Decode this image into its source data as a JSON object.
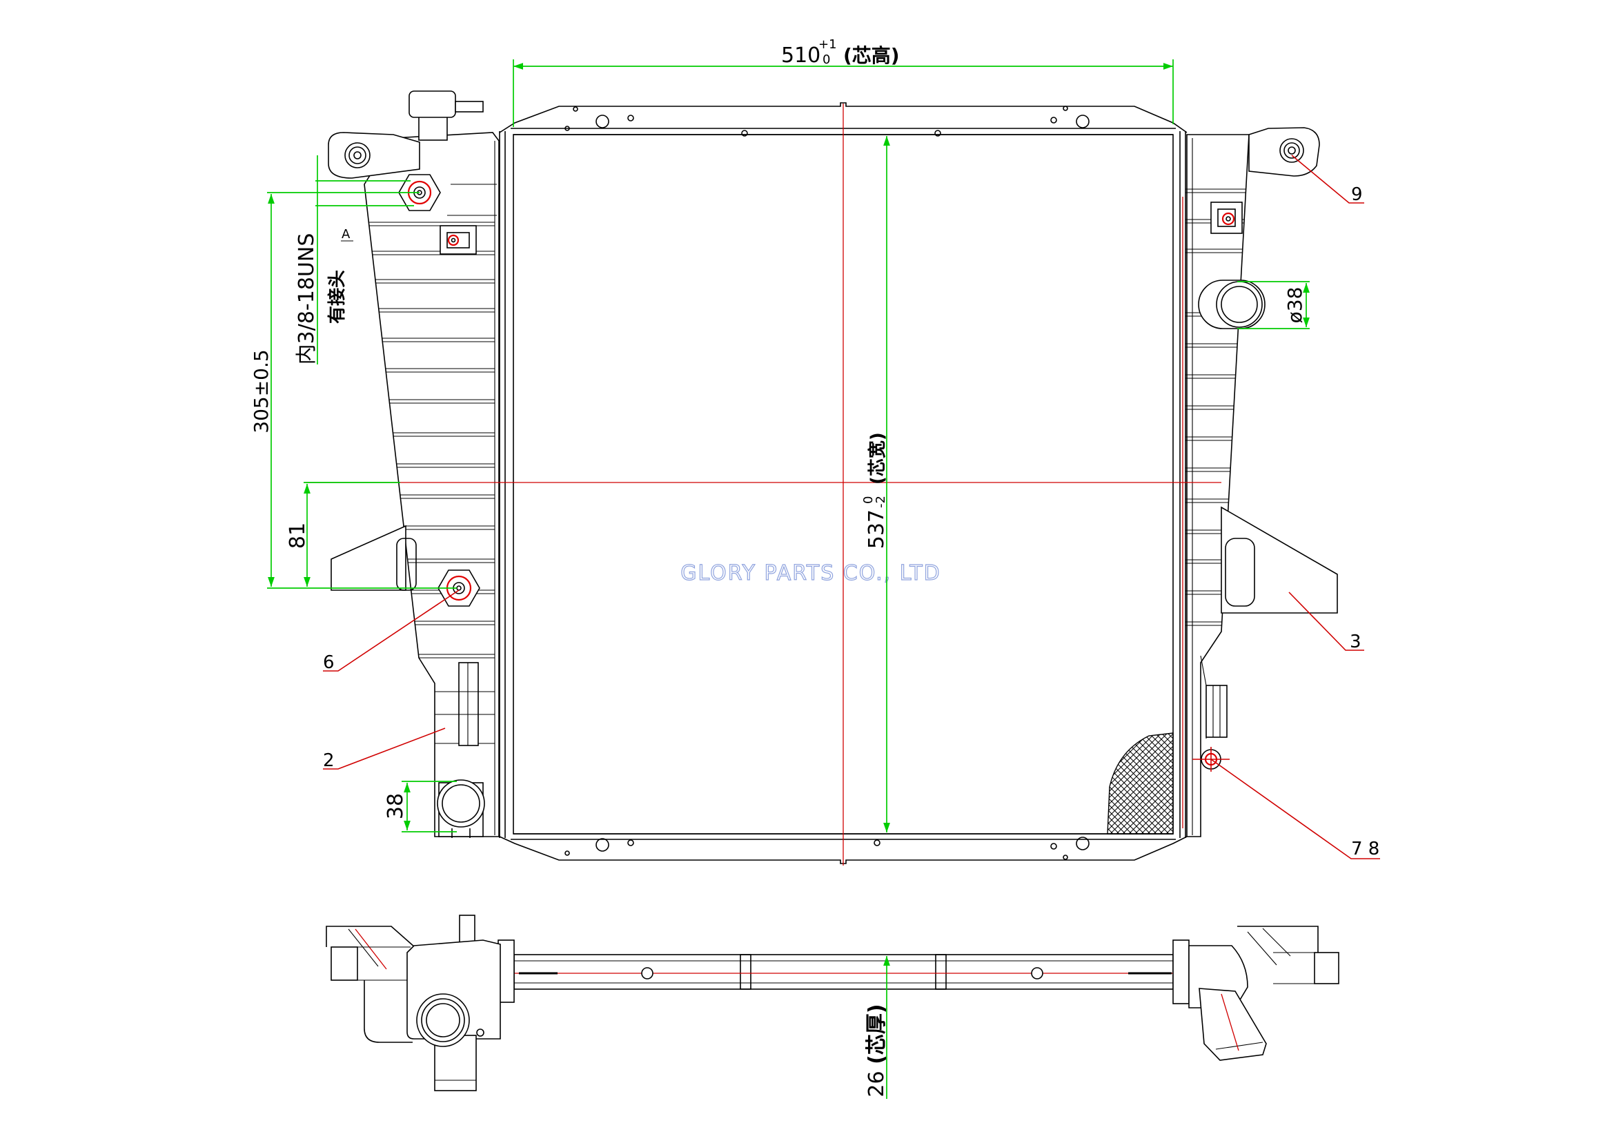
{
  "dimensions": {
    "core_height": {
      "value": "510",
      "upper_tol": "+1",
      "lower_tol": "0",
      "label": "(芯高)"
    },
    "core_width": {
      "value": "537",
      "upper_tol": "0",
      "lower_tol": "-2",
      "label": "(芯宽)"
    },
    "core_thickness": {
      "value": "26",
      "label": "(芯厚)"
    },
    "inlet_spacing": "305±0.5",
    "lower_offset": "81",
    "outlet_diameter": "38",
    "inlet_diameter": "ø38"
  },
  "thread_note": {
    "spec": "内3/8-18UNS",
    "note": "有接头"
  },
  "view_marker": "A",
  "callouts": [
    "9",
    "3",
    "6",
    "2",
    "7 8"
  ],
  "watermark": "GLORY PARTS CO., LTD",
  "colors": {
    "outline": "#000000",
    "dimension": "#00cc00",
    "centerline": "#d00000",
    "watermark": "#8fa3de"
  }
}
